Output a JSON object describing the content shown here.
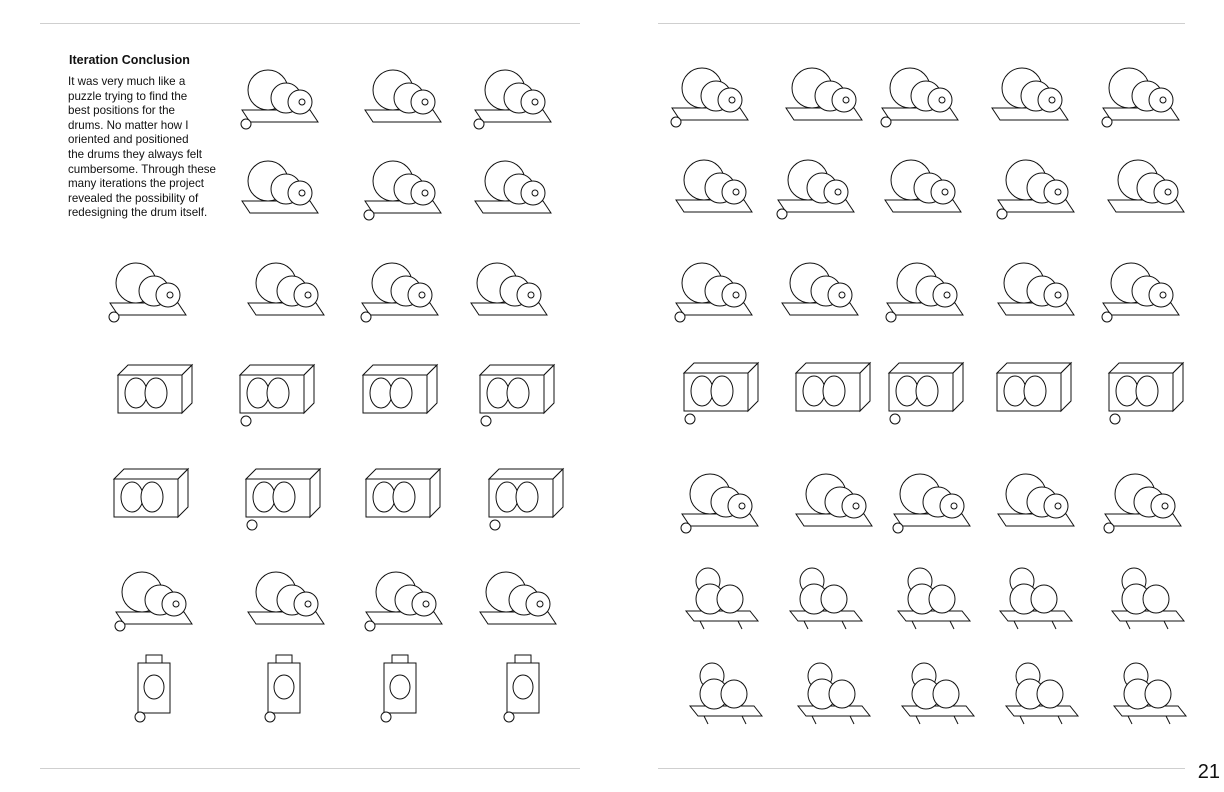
{
  "left_page": {
    "heading": "Iteration Conclusion",
    "paragraph_lines": [
      "It was very much like a",
      "puzzle trying to find the",
      "best positions for the",
      "drums. No matter how I",
      "oriented and positioned",
      "the drums they always felt",
      "cumbersome. Through these",
      "many iterations the project",
      "revealed the possibility of",
      "redesigning the drum itself."
    ]
  },
  "page_number": "21",
  "sketch_grid": {
    "left_page_rows": [
      3,
      3,
      4,
      4,
      4,
      4,
      4
    ],
    "right_page_rows": [
      5,
      5,
      5,
      5,
      5,
      5,
      5
    ],
    "sketch_icon": "drum-cart-iteration-sketch"
  }
}
